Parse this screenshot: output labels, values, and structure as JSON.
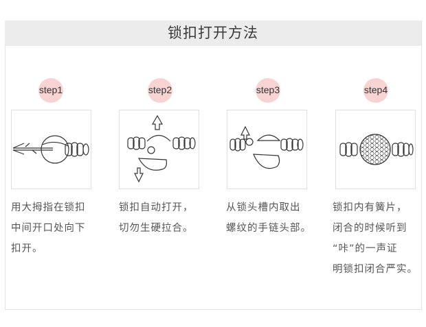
{
  "title": "锁扣打开方法",
  "steps": [
    {
      "label": "step1",
      "lines": [
        "用大拇指在锁扣",
        "中间开口处向下",
        "扣开。"
      ]
    },
    {
      "label": "step2",
      "lines": [
        "锁扣自动打开，",
        "切勿生硬拉合。"
      ]
    },
    {
      "label": "step3",
      "lines": [
        "从锁头槽内取出",
        "螺纹的手链头部。"
      ]
    },
    {
      "label": "step4",
      "lines": [
        "锁扣内有簧片，",
        "闭合的时候听到",
        "“咔”的一声证",
        "明锁扣闭合严实。"
      ]
    }
  ],
  "colors": {
    "badge": "#f7d3d3",
    "title_bg": "#ececec",
    "text": "#555555"
  },
  "icons": [
    "clasp-open-knife-icon",
    "clasp-spring-open-icon",
    "clasp-remove-head-icon",
    "clasp-closed-mesh-icon"
  ]
}
